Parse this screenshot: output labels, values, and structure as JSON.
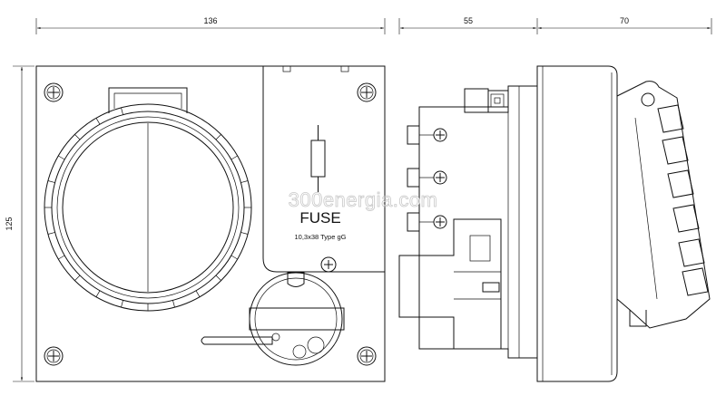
{
  "dimensions": {
    "front_width": "136",
    "side_depth": "55",
    "socket_depth": "70",
    "height": "125"
  },
  "fuse_panel": {
    "label": "FUSE",
    "spec": "10,3x38 Type gG"
  },
  "watermark": "300energia.com"
}
